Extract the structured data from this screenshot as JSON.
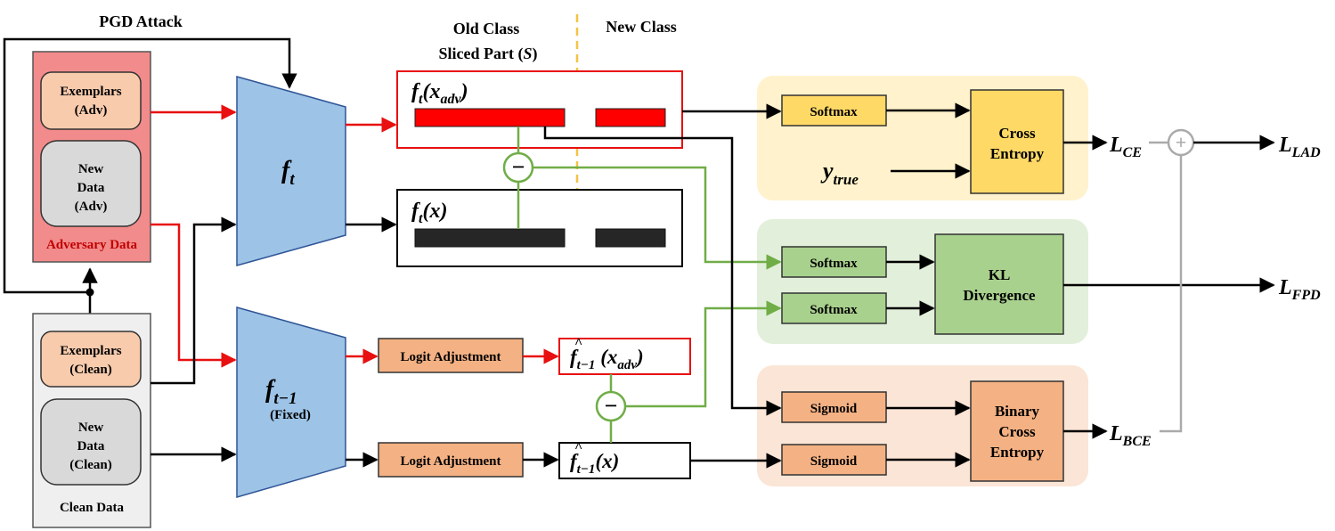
{
  "labels": {
    "pgd_attack": "PGD Attack",
    "old_class_line1": "Old Class",
    "old_class_line2": "Sliced Part (",
    "old_class_var": "S",
    "old_class_close": ")",
    "new_class": "New Class",
    "exemplars_adv_1": "Exemplars",
    "exemplars_adv_2": "(Adv)",
    "new_data_adv_1": "New",
    "new_data_adv_2": "Data",
    "new_data_adv_3": "(Adv)",
    "adversary_data": "Adversary Data",
    "exemplars_clean_1": "Exemplars",
    "exemplars_clean_2": "(Clean)",
    "new_data_clean_1": "New",
    "new_data_clean_2": "Data",
    "new_data_clean_3": "(Clean)",
    "clean_data": "Clean Data",
    "ft_base": "f",
    "ft_sub": "t",
    "ft1_sub": "t−1",
    "fixed": "(Fixed)",
    "logit_adj_1": "Logit Adjustment",
    "logit_adj_2": "Logit Adjustment",
    "x_adv_x": "x",
    "x_adv_sub": "adv",
    "x_plain": "x",
    "softmax_1": "Softmax",
    "softmax_2": "Softmax",
    "softmax_3": "Softmax",
    "sigmoid_1": "Sigmoid",
    "sigmoid_2": "Sigmoid",
    "cross_entropy_1": "Cross",
    "cross_entropy_2": "Entropy",
    "kl_1": "KL",
    "kl_2": "Divergence",
    "bce_1": "Binary",
    "bce_2": "Cross",
    "bce_3": "Entropy",
    "y_true_base": "y",
    "y_true_sub": "true",
    "loss_L": "L",
    "loss_ce": "CE",
    "loss_lad": "LAD",
    "loss_fpd": "FPD",
    "loss_bce": "BCE",
    "minus": "−",
    "plus": "+"
  },
  "colors": {
    "adv_arrow": "#e81010",
    "green_line": "#70ad47",
    "gray_line": "#aaaaaa",
    "model_blue": "#9dc3e6",
    "adversary_panel": "#f28b8b",
    "clean_panel": "#efefef",
    "exemplar_box": "#f8cbad",
    "newdata_box": "#d9d9d9",
    "softmax_yellow": "#ffd966",
    "ce_panel": "#fff2cc",
    "kl_panel": "#e2efda",
    "kl_box": "#a9d18e",
    "bce_panel": "#fbe5d6",
    "bce_box": "#f4b183",
    "old_class_divider": "#f5c242",
    "red_bar": "#ff0000",
    "black_bar": "#262626"
  }
}
